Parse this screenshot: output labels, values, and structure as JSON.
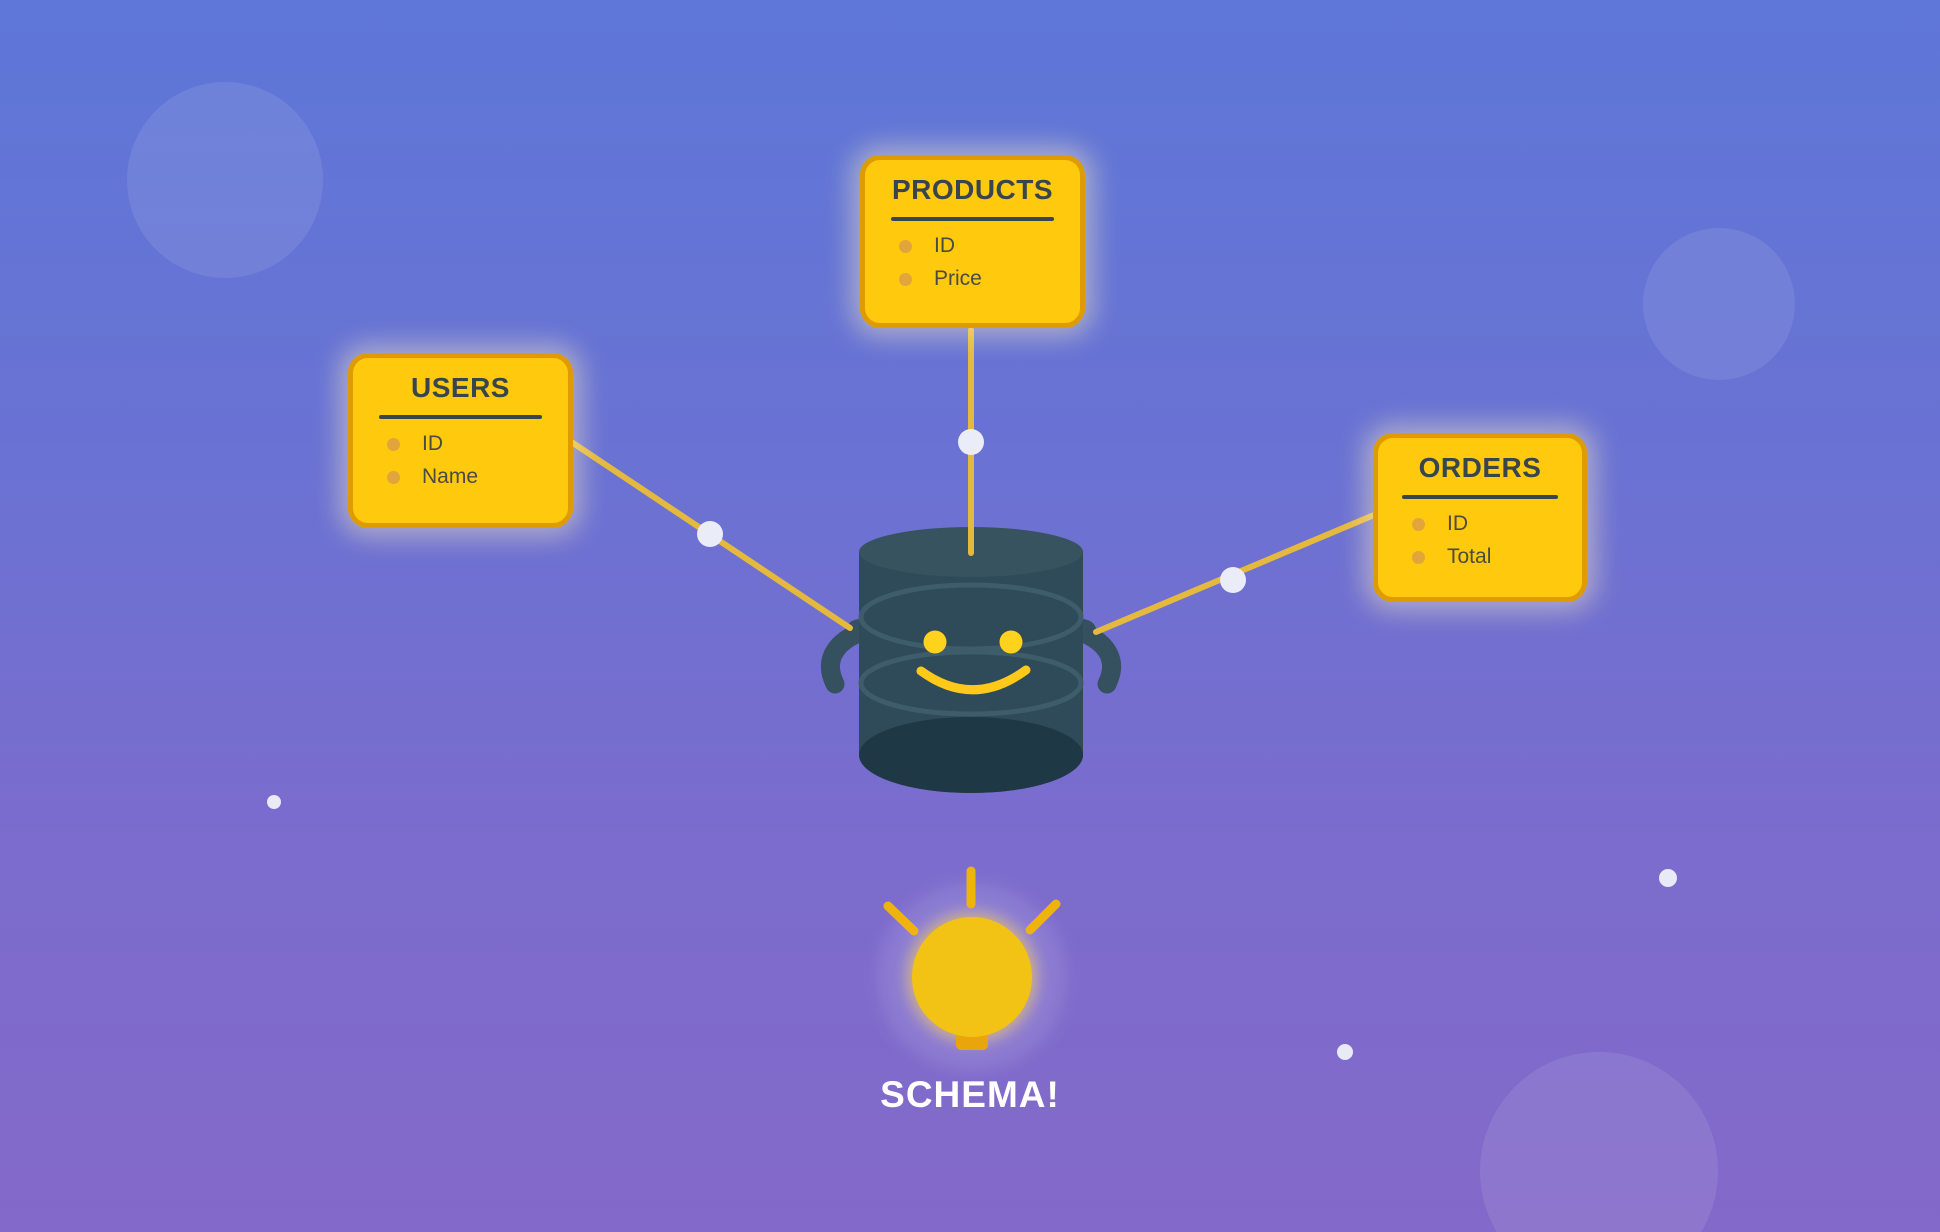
{
  "diagram": {
    "caption": "SCHEMA!",
    "hub": "database-robot",
    "entities": [
      {
        "title": "USERS",
        "fields": [
          "ID",
          "Name"
        ]
      },
      {
        "title": "PRODUCTS",
        "fields": [
          "ID",
          "Price"
        ]
      },
      {
        "title": "ORDERS",
        "fields": [
          "ID",
          "Total"
        ]
      }
    ]
  },
  "colors": {
    "background_top": "#5e77d8",
    "background_bottom": "#8369c9",
    "card_fill": "#ffc90e",
    "card_border": "#df9c02",
    "card_title_text": "#39454d",
    "field_text": "#4b4b44",
    "field_bullet": "#e2a53c",
    "connector_line": "#e5b93e",
    "connector_node": "#eaecf8",
    "database_body": "#2f4a58",
    "database_bottom": "#1e3845",
    "face_yellow": "#ffd21e",
    "bulb_yellow": "#f2c315",
    "bulb_base": "#e9a50b",
    "caption_text": "#ffffff"
  }
}
